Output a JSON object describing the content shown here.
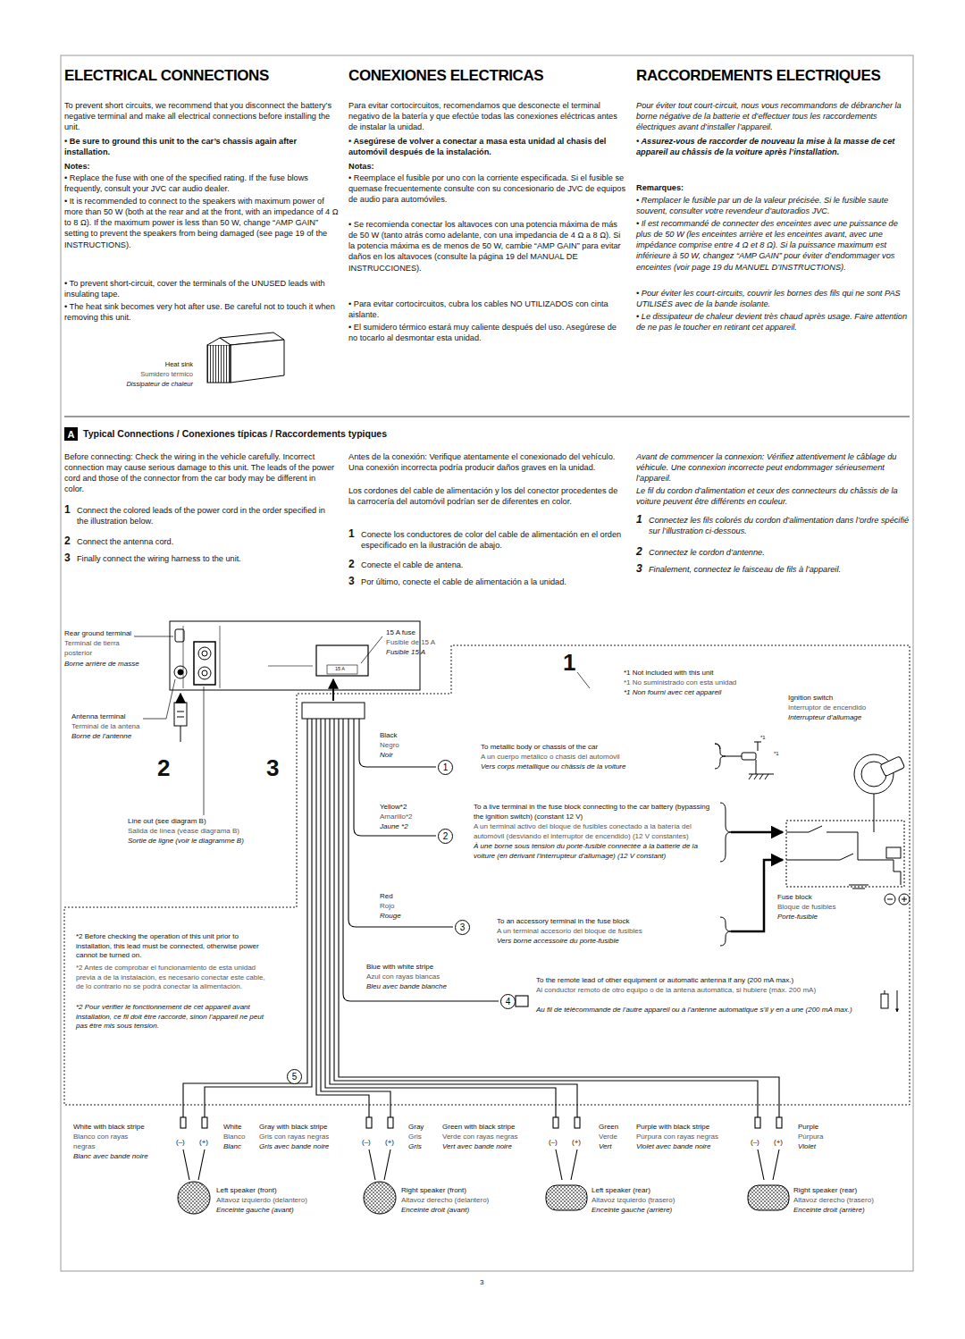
{
  "diagram": {
    "nodes": [
      {
        "text": [
          "A"
        ]
      },
      {
        "text": [
          "1"
        ]
      },
      {
        "text": [
          "2"
        ]
      },
      {
        "text": [
          "3"
        ]
      },
      {
        "text": [
          "4"
        ]
      },
      {
        "text": [
          "5"
        ]
      }
    ],
    "labels": [
      "ELECTRICAL CONNECTIONS",
      "CONEXIONES ELECTRICAS",
      "RACCORDEMENTS ELECTRIQUES",
      "To prevent short circuits, we recommend that you disconnect the battery’s negative terminal and make all electrical connections before installing the unit.",
      "• Be sure to ground this unit to the car’s chassis again after installation.",
      "Notes:",
      "• Replace the fuse with one of the specified rating. If the fuse blows frequently, consult your JVC car audio dealer.",
      "• It is recommended to connect to the speakers with maximum power of more than 50 W (both at the rear and at the front, with an impedance of 4 Ω to 8 Ω). If the maximum power is less than 50 W, change “AMP GAIN” setting to prevent the speakers from being damaged (see page 19 of the INSTRUCTIONS).",
      "• To prevent short-circuit, cover the terminals of the UNUSED leads with insulating tape.",
      "• The heat sink becomes very hot after use. Be careful not to touch it when removing this unit.",
      "Heat sink",
      "Sumidero térmico",
      "Dissipateur de chaleur",
      "Para evitar cortocircuitos, recomendamos que desconecte el terminal negativo de la batería y que efectúe todas las conexiones eléctricas antes de instalar la unidad.",
      "• Asegúrese de volver a conectar a masa esta unidad al chasis del automóvil después de la instalación.",
      "Notas:",
      "• Reemplace el fusible por uno con la corriente especificada. Si el fusible se quemase frecuentemente consulte con su concesionario de JVC de equipos de audio para automóviles.",
      "• Se recomienda conectar los altavoces con una potencia máxima de más de 50 W (tanto atrás como adelante, con una impedancia de 4 Ω a 8 Ω). Si la potencia máxima es de menos de 50 W, cambie “AMP GAIN” para evitar daños en los altavoces (consulte la página 19 del MANUAL DE INSTRUCCIONES).",
      "• Para evitar cortocircuitos, cubra los cables NO UTILIZADOS con cinta aislante.",
      "• El sumidero térmico estará muy caliente después del uso. Asegúrese de no tocarlo al desmontar esta unidad.",
      "Pour éviter tout court-circuit, nous vous recommandons de débrancher la borne négative de la batterie et d’effectuer tous les raccordements électriques avant d’installer l’appareil.",
      "• Assurez-vous de raccorder de nouveau la mise à la masse de cet appareil au châssis de la voiture après l’installation.",
      "Remarques:",
      "• Remplacer le fusible par un de la valeur précisée. Si le fusible saute souvent, consulter votre revendeur d’autoradios JVC.",
      "• Il est recommandé de connecter des enceintes avec une puissance de plus de 50 W (les enceintes arrière et les enceintes avant, avec une impédance comprise entre 4 Ω et 8 Ω). Si la puissance maximum est inférieure à 50 W, changez “AMP GAIN” pour éviter d’endommager vos enceintes (voir page 19 du MANUEL D’INSTRUCTIONS).",
      "• Pour éviter les court-circuits, couvrir les bornes des fils qui ne sont PAS UTILISÉS avec de la bande isolante.",
      "• Le dissipateur de chaleur devient très chaud après usage. Faire attention de ne pas le toucher en retirant cet appareil.",
      "Typical Connections / Conexiones típicas / Raccordements typiques",
      "Before connecting: Check the wiring in the vehicle carefully. Incorrect connection may cause serious damage to this unit. The leads of the power cord and those of the connector from the car body may be different in color.",
      "1",
      "Connect the colored leads of the power cord in the order specified in the illustration below.",
      "2",
      "Connect the antenna cord.",
      "3",
      "Finally connect the wiring harness to the unit.",
      "Antes de la conexión: Verifique atentamente el conexionado del vehículo. Una conexión incorrecta podría producir daños graves en la unidad.",
      "Los cordones del cable de alimentación y los del conector procedentes de la carrocería del automóvil podrían ser de diferentes en color.",
      "1",
      "Conecte los conductores de color del cable de alimentación en el orden especificado en la ilustración de abajo.",
      "2",
      "Conecte el cable de antena.",
      "3",
      "Por último, conecte el cable de alimentación a la unidad.",
      "Avant de commencer la connexion: Vérifiez attentivement le câblage du véhicule. Une connexion incorrecte peut endommager sérieusement l’appareil.",
      "Le fil du cordon d’alimentation et ceux des connecteurs du châssis de la voiture peuvent être différents en couleur.",
      "1",
      "Connectez les fils colorés du cordon d’alimentation dans l’ordre spécifié sur l’illustration ci-dessous.",
      "2",
      "Connectez le cordon d’antenne.",
      "3",
      "Finalement, connectez le faisceau de fils à l’appareil.",
      "Rear ground terminal",
      "Terminal de tierra posterior",
      "Borne arrière de masse",
      "Antenna terminal",
      "Terminal de la antena",
      "Borne de l’antenne",
      "2",
      "3",
      "Line out (see diagram B)",
      "Salida de línea (véase diagrama B)",
      "Sortie de ligne (voir le diagramme B)",
      "15 A fuse",
      "Fusible de 15 A",
      "Fusible 15 A",
      "15 A",
      "1",
      "*1 Not included with this unit",
      "*1 No suministrado con esta unidad",
      "*1 Non fourni avec cet appareil",
      "Ignition switch",
      "Interruptor de encendido",
      "Interrupteur d’allumage",
      "Black",
      "Negro",
      "Noir",
      "To metallic body or chassis of the car",
      "A un cuerpo metálico o chasis del automóvil",
      "Vers corps métallique ou châssis de la voiture",
      "*1",
      "*1",
      "Yellow*2",
      "Amarillo*2",
      "Jaune *2",
      "To a live terminal in the fuse block connecting to the car battery (bypassing the ignition switch) (constant 12 V)",
      "A un terminal activo del bloque de fusibles conectado a la batería del automóvil (desviando el interruptor de encendido) (12 V constantes)",
      "À une borne sous tension du porte-fusible connectée à la batterie de la voiture (en dérivant l’interrupteur d’allumage) (12 V constant)",
      "Fuse block",
      "Bloque de fusibles",
      "Porte-fusible",
      "Red",
      "Rojo",
      "Rouge",
      "To an accessory terminal in the fuse block",
      "A un terminal accesorio del bloque de fusibles",
      "Vers borne accessoire du porte-fusible",
      "Blue with white stripe",
      "Azul con rayas blancas",
      "Bleu avec bande blanche",
      "To the remote lead of other equipment or automatic antenna if any (200 mA max.)",
      "Al conductor remoto de otro equipo o de la antena automática, si hubiere (máx. 200 mA)",
      "Au fil de télécommande de l’autre appareil ou à l’antenne automatique s’il y en a une (200 mA max.)",
      "*2 Before checking the operation of this unit prior to installation, this lead must be connected, otherwise power cannot be turned on.",
      "*2 Antes de comprobar el funcionamiento de esta unidad previa a de la instalación, es necesario conectar este cable, de lo contrario no se podrá conectar la alimentación.",
      "*2 Pour vérifier le fonctionnement de cet appareil avant installation, ce fil doit être raccordé, sinon l’appareil ne peut pas être mis sous tension.",
      "White with black stripe",
      "Blanco con rayas negras",
      "Blanc avec bande noire",
      "White",
      "Blanco",
      "Blanc",
      "(–)",
      "(+)",
      "Gray with black stripe",
      "Gris con rayas negras",
      "Gris avec bande noire",
      "Gray",
      "Gris",
      "Gris",
      "(–)",
      "(+)",
      "Green with black stripe",
      "Verde con rayas negras",
      "Vert avec bande noire",
      "Green",
      "Verde",
      "Vert",
      "(–)",
      "(+)",
      "Purple with black stripe",
      "Púrpura con rayas negras",
      "Violet avec bande noire",
      "Purple",
      "Púrpura",
      "Violet",
      "(–)",
      "(+)",
      "Left speaker (front)",
      "Altavoz izquierdo (delantero)",
      "Enceinte gauche (avant)",
      "Right speaker (front)",
      "Altavoz derecho (delantero)",
      "Enceinte droit (avant)",
      "Left speaker (rear)",
      "Altavoz izquierdo (trasero)",
      "Enceinte gauche (arrière)",
      "Right speaker (rear)",
      "Altavoz derecho (trasero)",
      "Enceinte droit (arrière)",
      "3"
    ]
  }
}
